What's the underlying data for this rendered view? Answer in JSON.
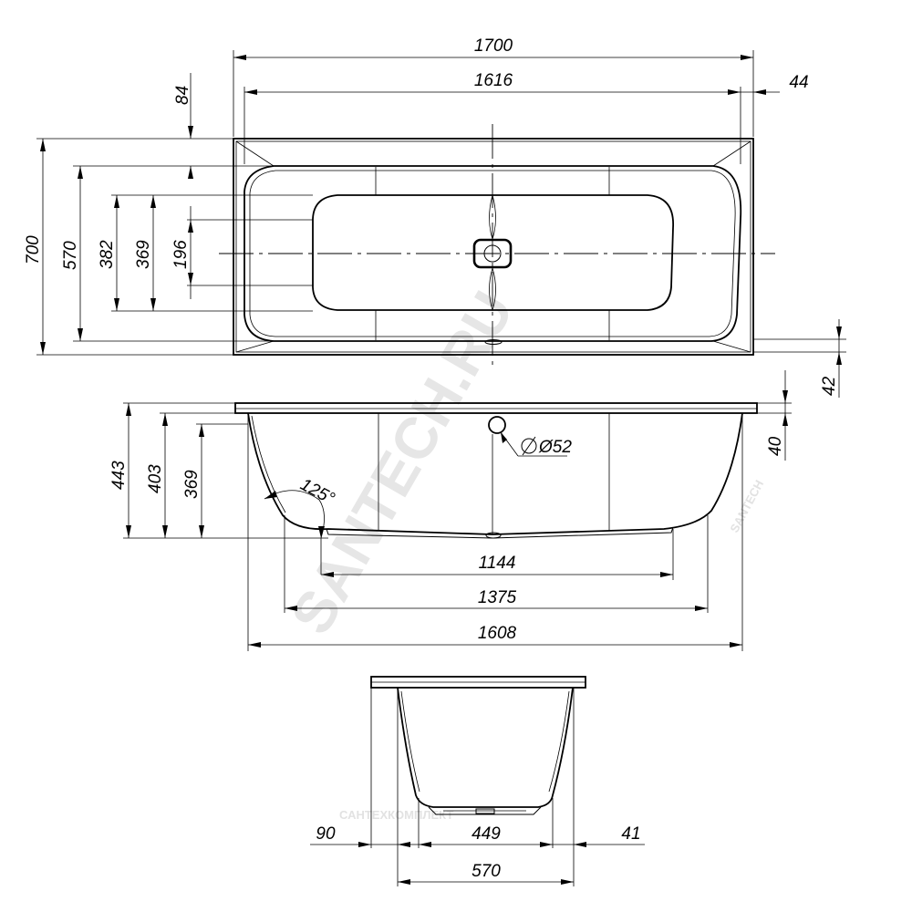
{
  "watermark": {
    "brand": "SANTECH.RU",
    "small_side": "SANTECH",
    "small_bottom": "САНТЕХКОМПЛЕКТ"
  },
  "top_view": {
    "overall_length": "1700",
    "inner_length": "1616",
    "rim_offset_right": "44",
    "rim_offset_top": "84",
    "overall_width": "700",
    "inner_width": "570",
    "basin_width": "382",
    "bottom_width": "369",
    "flat_width": "196",
    "rim_bottom": "42"
  },
  "side_view": {
    "overall_height": "443",
    "inner_height": "403",
    "depth": "369",
    "rim_thickness": "40",
    "overflow_diameter": "Ø52",
    "angle": "125°",
    "bottom_length": "1144",
    "mid_length": "1375",
    "top_length": "1608"
  },
  "end_view": {
    "left_offset": "90",
    "bottom_width": "449",
    "right_offset": "41",
    "inner_width": "570"
  }
}
